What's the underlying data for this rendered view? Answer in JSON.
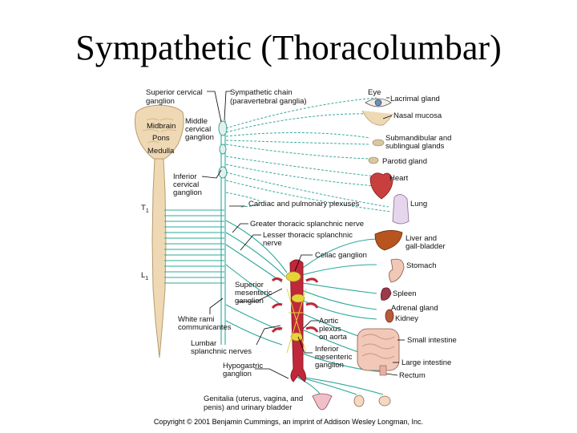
{
  "title": "Sympathetic (Thoracolumbar)",
  "copyright": "Copyright © 2001 Benjamin Cummings, an imprint of Addison Wesley Longman, Inc.",
  "labels": {
    "superior_cervical_1": "Superior cervical",
    "superior_cervical_2": "ganglion",
    "sympathetic_chain_1": "Sympathetic chain",
    "sympathetic_chain_2": "(paravertebral ganglia)",
    "middle_cervical_1": "Middle",
    "middle_cervical_2": "cervical",
    "middle_cervical_3": "ganglion",
    "midbrain": "Midbrain",
    "pons": "Pons",
    "medulla": "Medulla",
    "inferior_cervical_1": "Inferior",
    "inferior_cervical_2": "cervical",
    "inferior_cervical_3": "ganglion",
    "t1": "T",
    "t1_sub": "1",
    "l1": "L",
    "l1_sub": "1",
    "cardiac_plexuses": "Cardiac and pulmonary plexuses",
    "greater_splanchnic": "Greater thoracic splanchnic nerve",
    "lesser_splanchnic_1": "Lesser thoracic splanchnic",
    "lesser_splanchnic_2": "nerve",
    "celiac_ganglion": "Celiac ganglion",
    "superior_mesenteric_1": "Superior",
    "superior_mesenteric_2": "mesenteric",
    "superior_mesenteric_3": "ganglion",
    "white_rami_1": "White rami",
    "white_rami_2": "communicantes",
    "aortic_plexus_1": "Aortic",
    "aortic_plexus_2": "plexus",
    "aortic_plexus_3": "on aorta",
    "lumbar_splanchnic_1": "Lumbar",
    "lumbar_splanchnic_2": "splanchnic nerves",
    "inferior_mesenteric_1": "Inferior",
    "inferior_mesenteric_2": "mesenteric",
    "inferior_mesenteric_3": "ganglion",
    "hypogastric_1": "Hypogastric",
    "hypogastric_2": "ganglion",
    "genitalia_1": "Genitalia (uterus, vagina, and",
    "genitalia_2": "penis) and urinary bladder",
    "eye": "Eye",
    "lacrimal_gland": "Lacrimal gland",
    "nasal_mucosa": "Nasal mucosa",
    "submandibular_1": "Submandibular and",
    "submandibular_2": "sublingual glands",
    "parotid_gland": "Parotid gland",
    "heart": "Heart",
    "lung": "Lung",
    "liver_1": "Liver and",
    "liver_2": "gall-bladder",
    "stomach": "Stomach",
    "spleen": "Spleen",
    "adrenal_gland": "Adrenal gland",
    "kidney": "Kidney",
    "small_intestine": "Small intestine",
    "large_intestine": "Large intestine",
    "rectum": "Rectum"
  },
  "colors": {
    "nerve": "#2ea89a",
    "brain": "#efd9b4",
    "aorta": "#c0283a",
    "ganglia": "#e8d23a"
  }
}
